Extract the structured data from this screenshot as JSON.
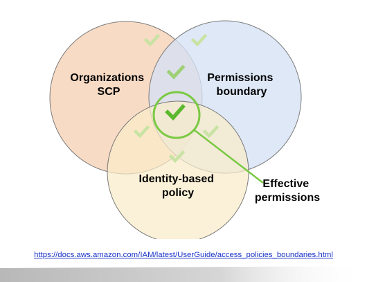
{
  "diagram": {
    "circles": [
      {
        "id": "scp",
        "label_lines": [
          "Organizations",
          "SCP"
        ],
        "fill": "#f7d7bf",
        "stroke": "#7a7a7a"
      },
      {
        "id": "boundary",
        "label_lines": [
          "Permissions",
          "boundary"
        ],
        "fill": "#d5e2f5",
        "stroke": "#7a7a7a"
      },
      {
        "id": "identity",
        "label_lines": [
          "Identity-based",
          "policy"
        ],
        "fill": "#f9ebc9",
        "stroke": "#7a7a7a"
      }
    ],
    "callout": {
      "label_lines": [
        "Effective",
        "permissions"
      ],
      "color": "#7ac943"
    },
    "check_icons": [
      "check-icon",
      "check-icon",
      "check-icon",
      "check-icon",
      "check-icon",
      "check-icon",
      "check-icon"
    ],
    "accent_check_color": "#5cb82e",
    "faded_check_color": "#c8e3a3"
  },
  "source": {
    "url_text": "https://docs.aws.amazon.com/IAM/latest/UserGuide/access_policies_boundaries.html",
    "link_color": "#1a33c8"
  }
}
